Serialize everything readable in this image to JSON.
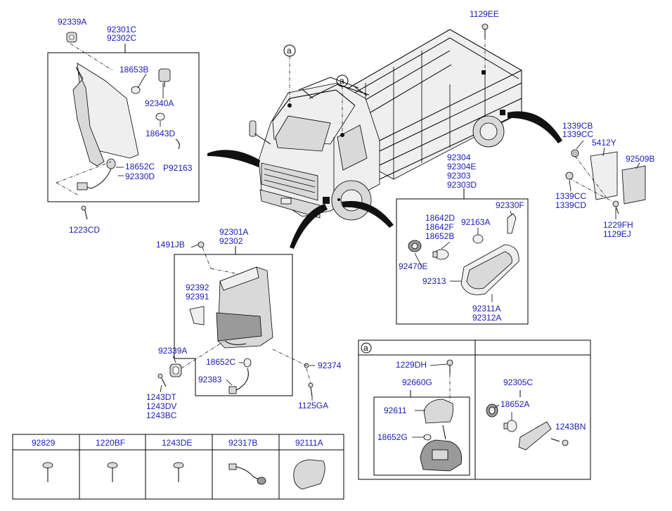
{
  "labels": {
    "l92339A_top": "92339A",
    "l92301C": "92301C",
    "l92302C": "92302C",
    "l18653B": "18653B",
    "l92340A": "92340A",
    "l18643D": "18643D",
    "l18652C_top": "18652C",
    "lP92163": "P92163",
    "l92330D": "92330D",
    "l1223CD": "1223CD",
    "l1129EE": "1129EE",
    "callout_a1": "a",
    "callout_a2": "a",
    "l1339CB": "1339CB",
    "l1339CC_a": "1339CC",
    "l5412Y": "5412Y",
    "l92509B": "92509B",
    "l1339CC_b": "1339CC",
    "l1339CD": "1339CD",
    "l1229FH": "1229FH",
    "l1129EJ": "1129EJ",
    "l92304": "92304",
    "l92304E": "92304E",
    "l92303": "92303",
    "l92303D": "92303D",
    "l18642D": "18642D",
    "l18642F": "18642F",
    "l18652B": "18652B",
    "l92163A": "92163A",
    "l92330F": "92330F",
    "l92470E": "92470E",
    "l92313": "92313",
    "l92311A": "92311A",
    "l92312A": "92312A",
    "l1491JB": "1491JB",
    "l92301A": "92301A",
    "l92302": "92302",
    "l92392": "92392",
    "l92391": "92391",
    "l92339A_mid": "92339A",
    "l18652C_mid": "18652C",
    "l92374": "92374",
    "l92383": "92383",
    "l1243DT": "1243DT",
    "l1243DV": "1243DV",
    "l1243BC": "1243BC",
    "l1125GA": "1125GA",
    "callout_a_box": "a",
    "l1229DH": "1229DH",
    "l92660G": "92660G",
    "l92611": "92611",
    "l18652G": "18652G",
    "l92305C": "92305C",
    "l18652A": "18652A",
    "l1243BN": "1243BN"
  },
  "table": {
    "headers": [
      "92829",
      "1220BF",
      "1243DE",
      "92317B",
      "92111A"
    ]
  }
}
